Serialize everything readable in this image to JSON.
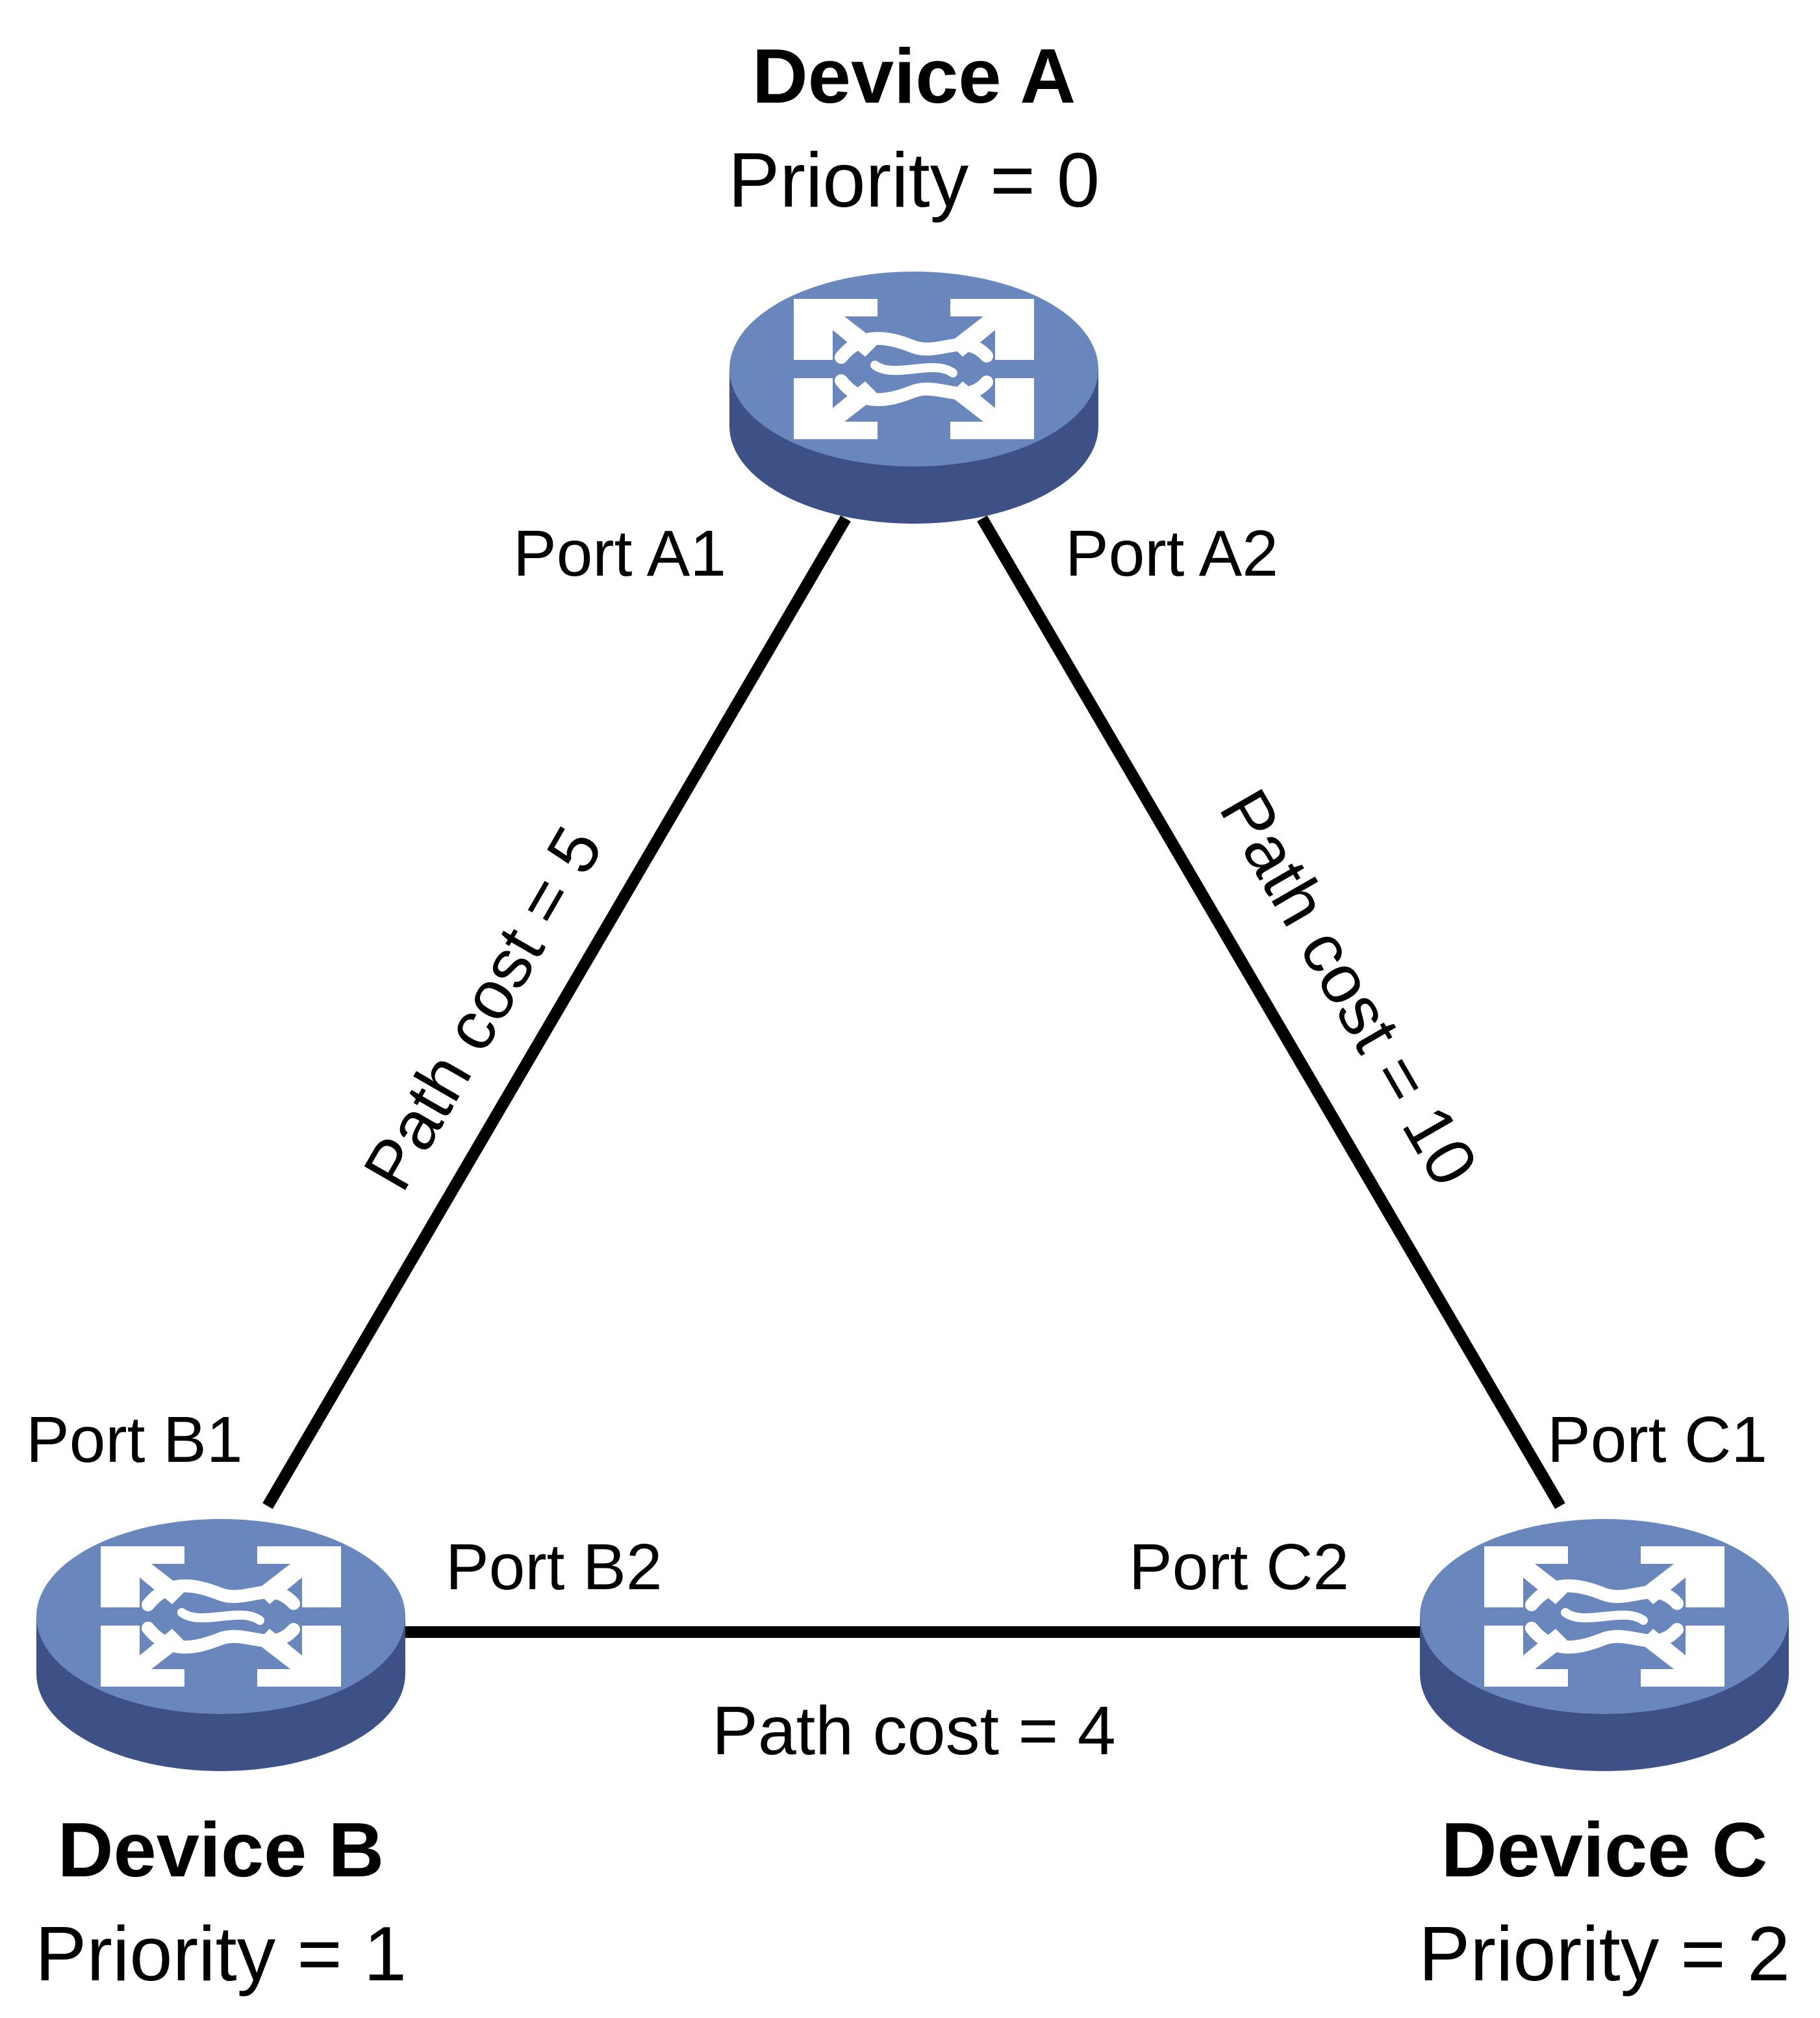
{
  "devices": {
    "a": {
      "name": "Device A",
      "priority": "Priority = 0"
    },
    "b": {
      "name": "Device B",
      "priority": "Priority = 1"
    },
    "c": {
      "name": "Device C",
      "priority": "Priority = 2"
    }
  },
  "ports": {
    "a1": "Port A1",
    "a2": "Port A2",
    "b1": "Port B1",
    "b2": "Port B2",
    "c1": "Port C1",
    "c2": "Port C2"
  },
  "links": {
    "a_b": {
      "cost": "Path cost = 5"
    },
    "a_c": {
      "cost": "Path cost = 10"
    },
    "b_c": {
      "cost": "Path cost = 4"
    }
  },
  "colors": {
    "switch_top": "#6a87bd",
    "switch_side": "#3e5187",
    "switch_symbol": "#ffffff",
    "link": "#000000"
  },
  "icons": {
    "switch": "layer3-switch-icon"
  }
}
